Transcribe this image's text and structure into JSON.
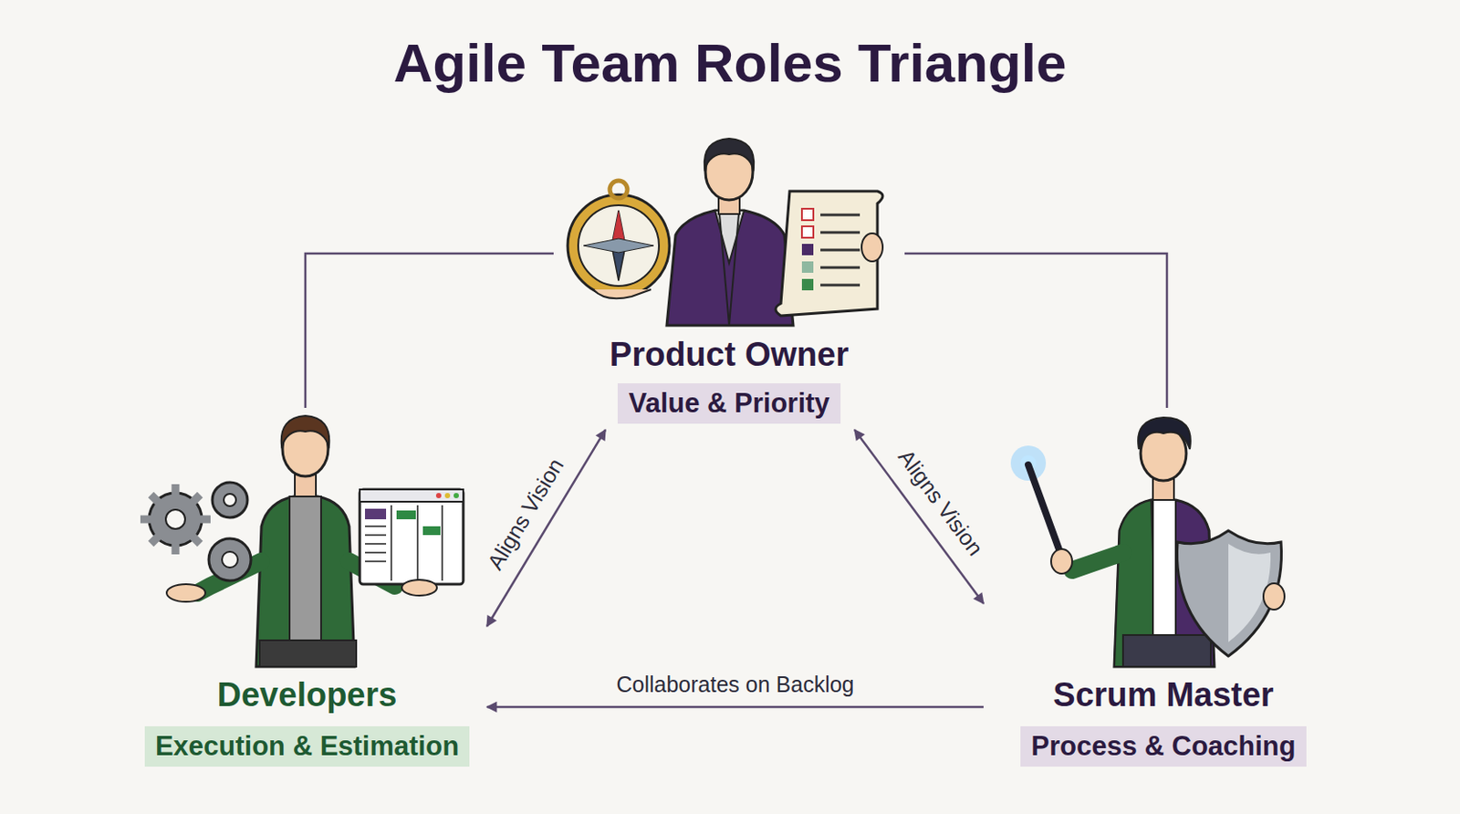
{
  "diagram": {
    "title": "Agile Team Roles Triangle",
    "nodes": [
      {
        "text": [
          "Product Owner",
          "Value & Priority"
        ]
      },
      {
        "text": [
          "Developers",
          "Execution & Estimation"
        ]
      },
      {
        "text": [
          "Scrum Master",
          "Process & Coaching"
        ]
      }
    ],
    "edges": [
      {
        "from": 0,
        "to": 1,
        "arrow": "both",
        "label": "Aligns Vision"
      },
      {
        "from": 0,
        "to": 2,
        "arrow": "both",
        "label": "Aligns Vision"
      },
      {
        "from": 2,
        "to": 1,
        "arrow": "to",
        "label": "Collaborates on Backlog"
      },
      {
        "from": 0,
        "to": 1,
        "arrow": "none"
      },
      {
        "from": 0,
        "to": 2,
        "arrow": "none"
      }
    ]
  }
}
